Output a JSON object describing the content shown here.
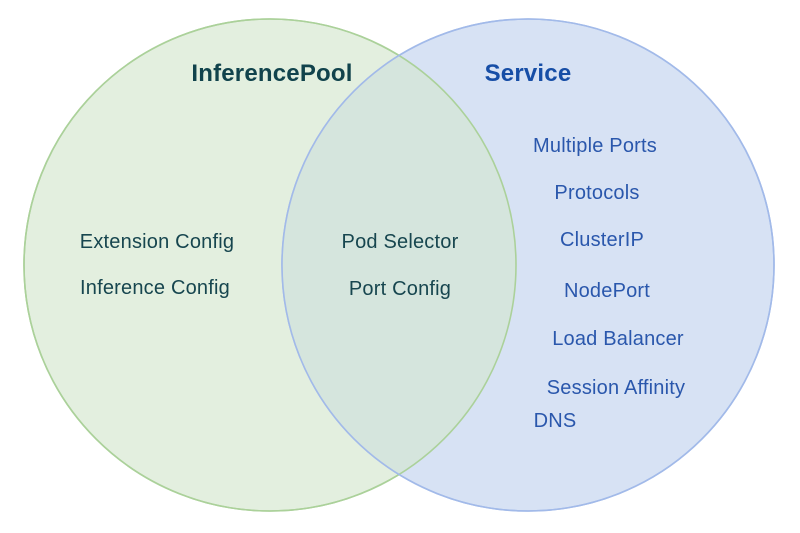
{
  "diagram": {
    "type": "venn",
    "title_left": "InferencePool",
    "title_right": "Service",
    "left_items": [
      "Extension Config",
      "Inference Config"
    ],
    "overlap_items": [
      "Pod Selector",
      "Port Config"
    ],
    "right_items": [
      "Multiple Ports",
      "Protocols",
      "ClusterIP",
      "NodePort",
      "Load Balancer",
      "Session Affinity",
      "DNS"
    ],
    "colors": {
      "left_fill": "#e3efdf",
      "left_stroke": "#abd19a",
      "right_fill": "#d7e2f4",
      "right_stroke": "#a2bae9",
      "overlap_fill": "#d5e5dd",
      "teal_text": "#17464f",
      "teal_title_text": "#11434c",
      "blue_title_text": "#174ea6",
      "blue_item_text": "#2a57ac",
      "background": "#ffffff"
    }
  }
}
